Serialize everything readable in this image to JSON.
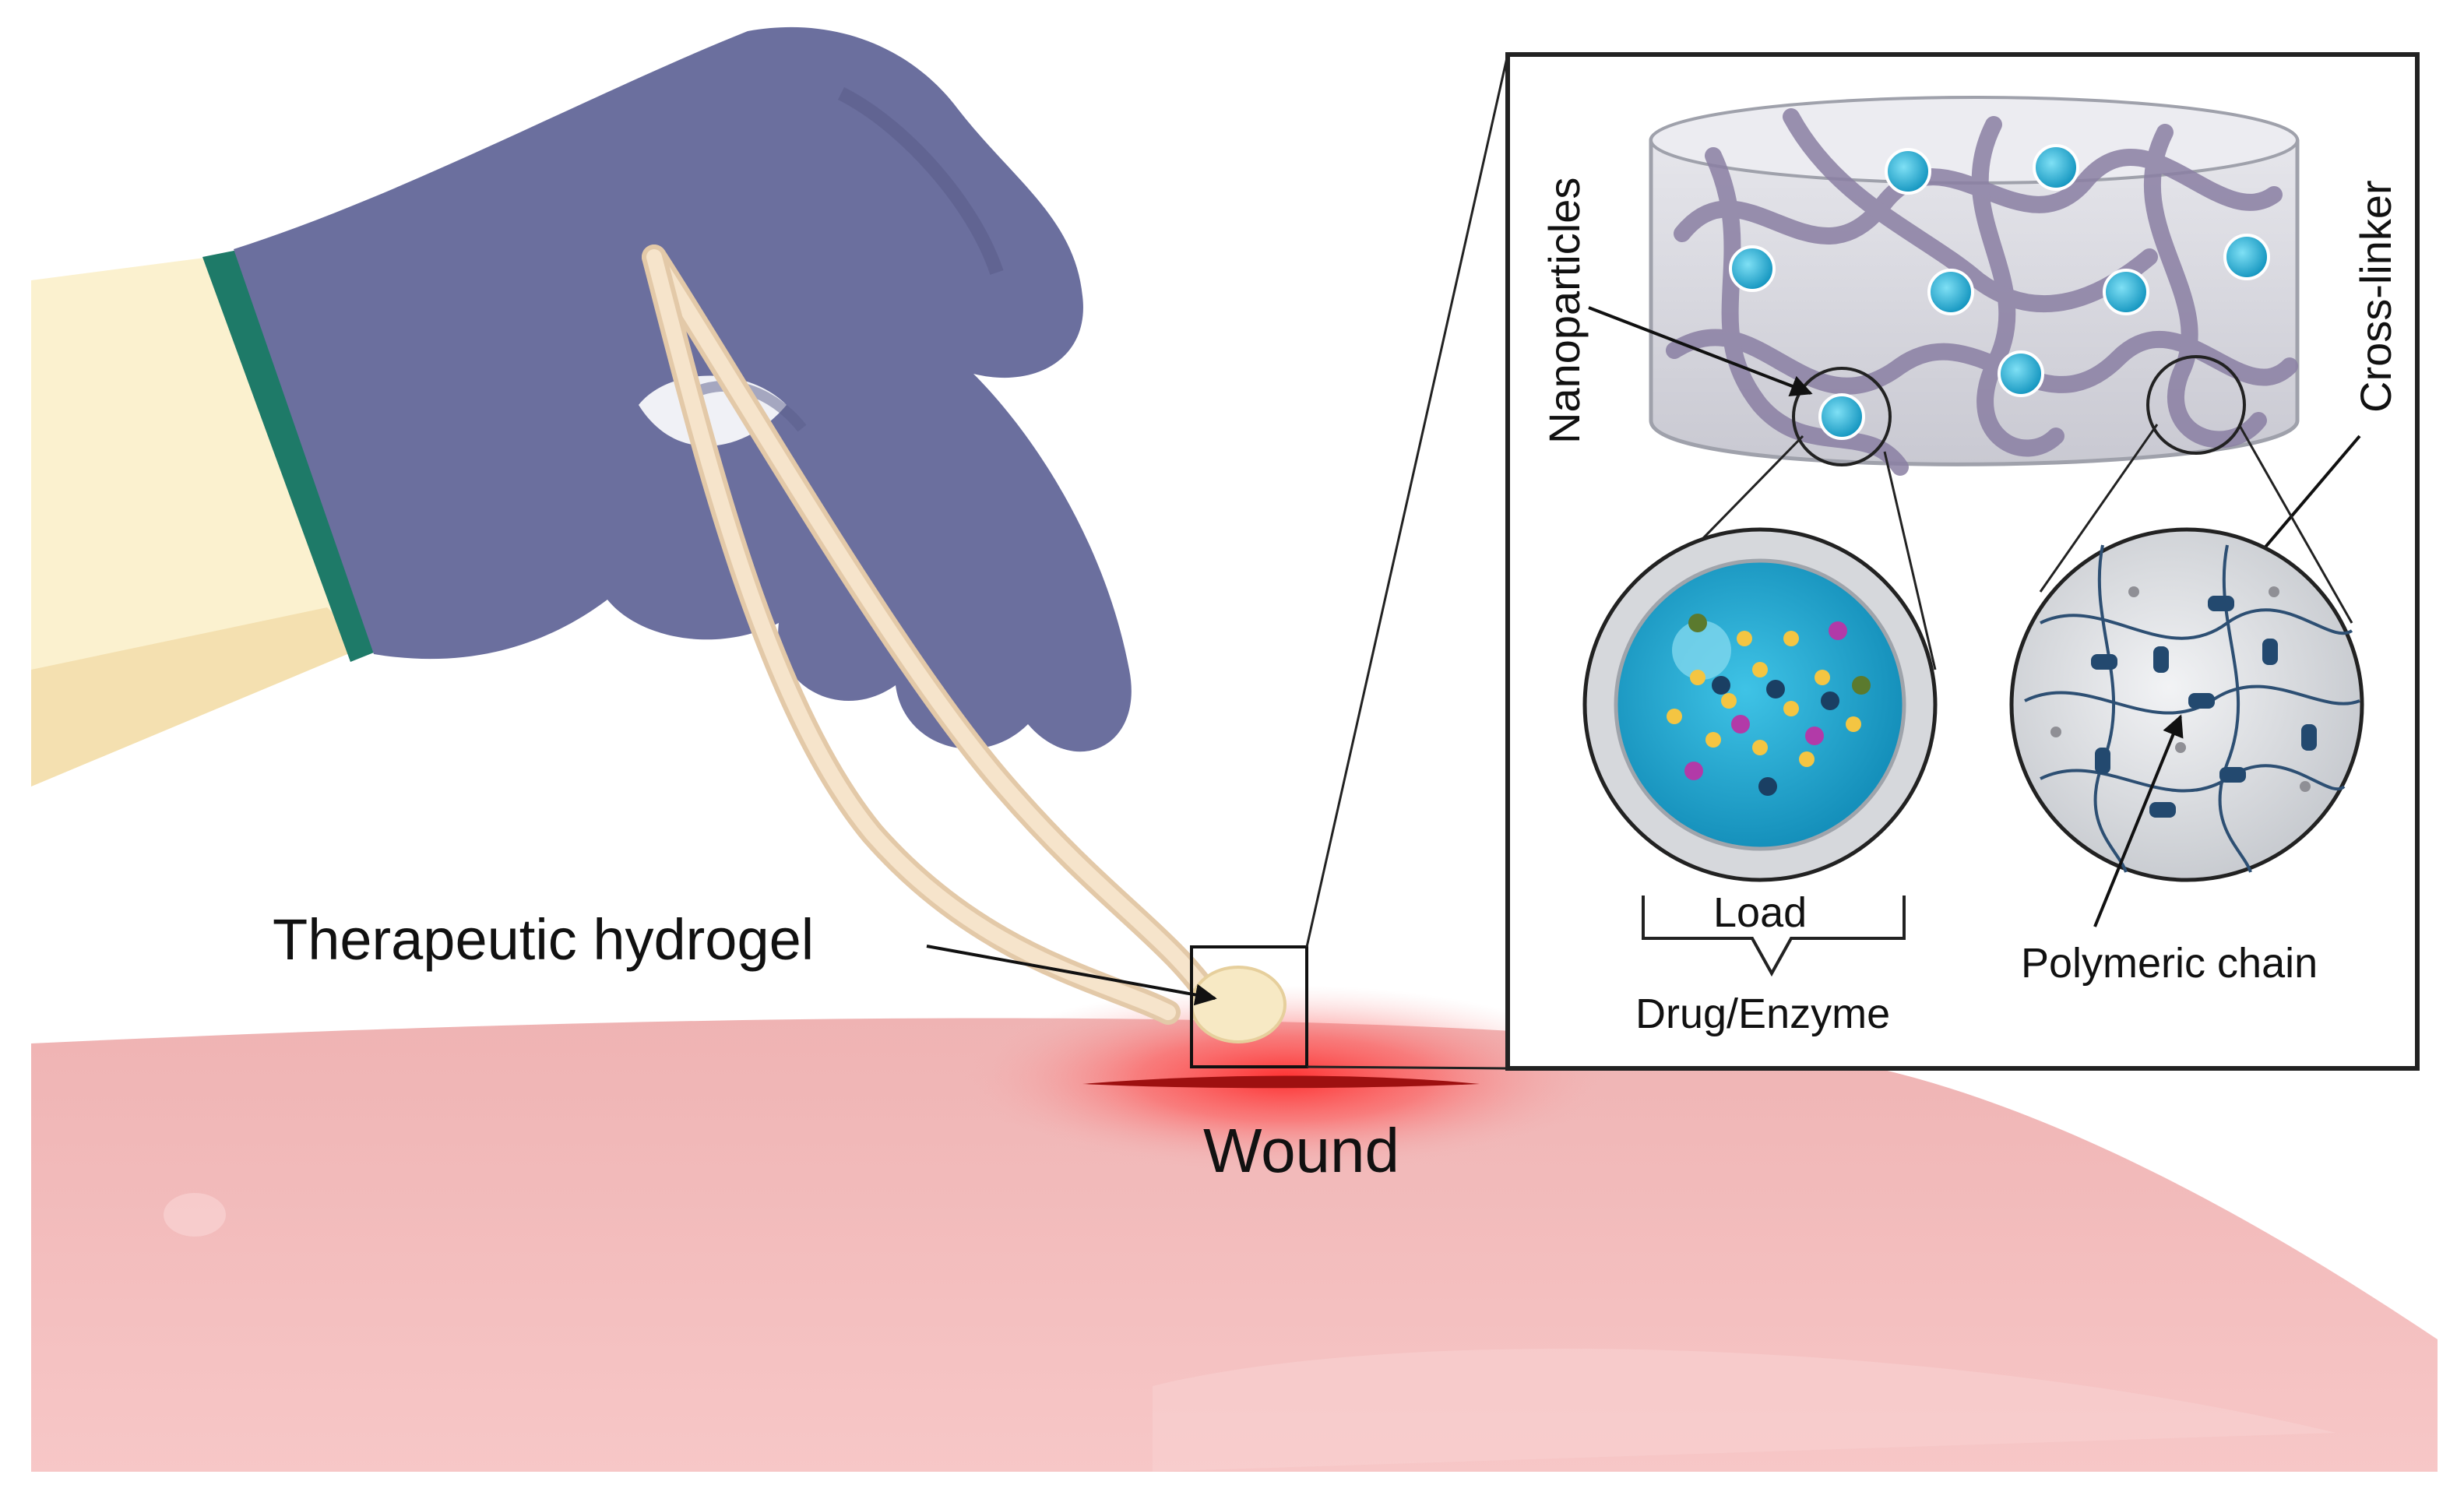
{
  "labels": {
    "therapeutic_hydrogel": "Therapeutic hydrogel",
    "wound": "Wound",
    "nanoparticles": "Nanoparticles",
    "cross_linker": "Cross-linker",
    "load": "Load",
    "drug_enzyme": "Drug/Enzyme",
    "polymeric_chain": "Polymeric chain"
  },
  "colors": {
    "skin": "#f2b8b8",
    "skin_light": "#f8cccc",
    "wound_red": "#e02020",
    "glove": "#6b6f9e",
    "glove_shadow": "#5a5d8a",
    "cuff": "#1e7a68",
    "sleeve": "#fbf1cf",
    "tweezers": "#f1dcc0",
    "hydrogel": "#f7e9c4",
    "nanoparticle": "#22a9cf",
    "polymer": "#8a7fa3",
    "cross_linker": "#23496f",
    "panel_border": "#222222"
  },
  "icons": {
    "hand": "gloved-hand-icon",
    "tweezers": "tweezers-icon",
    "hydrogel": "hydrogel-cylinder-icon",
    "nanoparticle": "nanoparticle-icon"
  }
}
